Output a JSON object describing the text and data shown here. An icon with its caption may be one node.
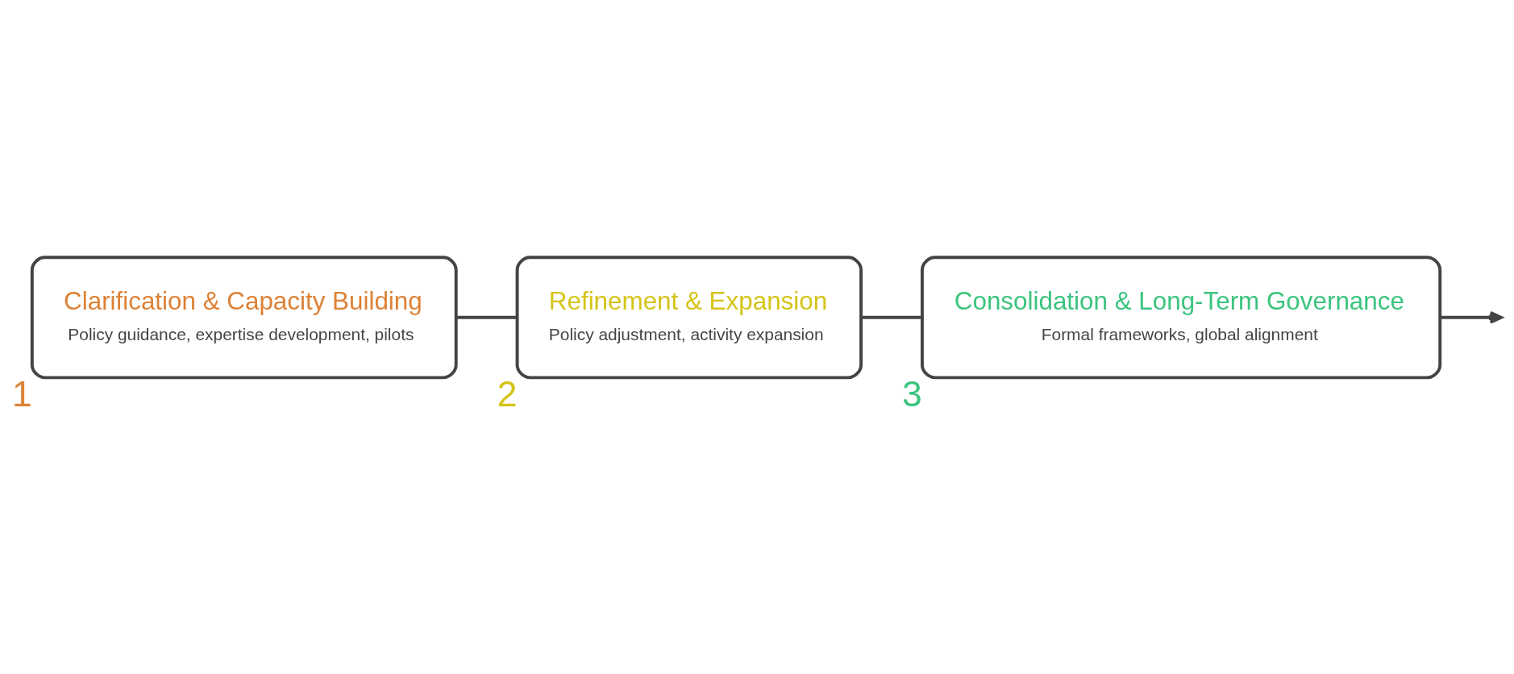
{
  "diagram": {
    "nodes": [
      {
        "text": [
          "Clarification & Capacity Building",
          "Policy guidance, expertise development, pilots"
        ],
        "beside": [
          "1"
        ]
      },
      {
        "text": [
          "Refinement & Expansion",
          "Policy adjustment, activity expansion"
        ],
        "beside": [
          "2"
        ]
      },
      {
        "text": [
          "Consolidation & Long-Term Governance",
          "Formal frameworks, global alignment"
        ],
        "beside": [
          "3"
        ]
      }
    ],
    "edges": [
      {
        "from": 0,
        "to": 1,
        "arrow": "none"
      },
      {
        "from": 1,
        "to": 2,
        "arrow": "none"
      },
      {
        "from": 2,
        "to": null,
        "arrow": "to"
      }
    ]
  }
}
